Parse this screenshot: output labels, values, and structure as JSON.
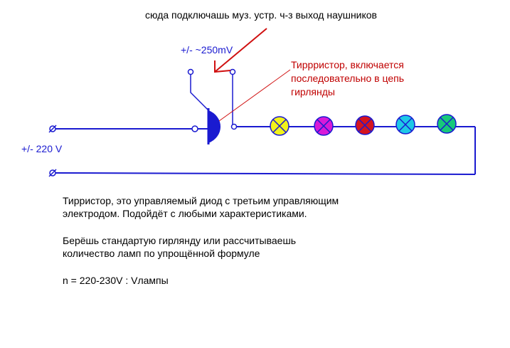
{
  "headphone_note": "сюда подключашь муз. устр. ч-з выход наушников",
  "signal_label": "+/- ~250mV",
  "thyristor_note": {
    "line1": "Тиррристор, включается",
    "line2": "последовательно в цепь",
    "line3": "гирлянды"
  },
  "mains_label": "+/- 220 V",
  "description": {
    "p1_line1": "Тирристор, это управляемый диод с третьим управляющим",
    "p1_line2": "электродом. Подойдёт с любыми характеристиками.",
    "p2_line1": "Берёшь стандартую гирлянду или рассчитываешь",
    "p2_line2": "количество ламп по упрощённой формуле",
    "formula": "n = 220-230V : Vлампы"
  },
  "colors": {
    "wire": "#1a1ad0",
    "thyristor": "#1a1ad0",
    "arrow": "#d01010",
    "lamps": [
      "#f2f21a",
      "#d81ad8",
      "#d4141e",
      "#1ec8e6",
      "#18c87a"
    ],
    "lamp_cross": "#1a1ad0"
  },
  "lamp_count": 5
}
